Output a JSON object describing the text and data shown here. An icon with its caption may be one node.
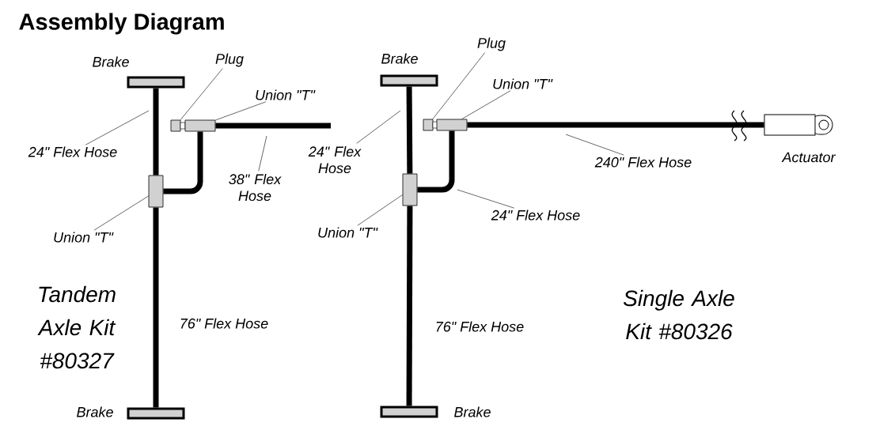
{
  "diagram": {
    "title": "Assembly Diagram",
    "nodes": [
      {
        "text": [
          "Brake"
        ]
      },
      {
        "text": [
          "Plug"
        ]
      },
      {
        "text": [],
        "shape": "box"
      },
      {
        "text": [
          "Union \"T\""
        ]
      },
      {
        "text": [],
        "shape": "box"
      },
      {
        "text": [
          "24\" Flex Hose"
        ]
      },
      {
        "text": [
          "38\" Flex Hose"
        ]
      },
      {
        "text": [],
        "shape": "box"
      },
      {
        "text": [
          "Union \"T\""
        ]
      },
      {
        "text": [
          "Brake"
        ]
      },
      {
        "text": [
          "Brake"
        ]
      },
      {
        "text": [
          "Plug"
        ]
      },
      {
        "text": [],
        "shape": "box"
      },
      {
        "text": [
          "Union \"T\""
        ]
      },
      {
        "text": [],
        "shape": "box"
      },
      {
        "text": [
          "24\" Flex Hose"
        ]
      },
      {
        "text": [
          "Actuator"
        ]
      },
      {
        "text": [
          "240\" Flex Hose"
        ]
      },
      {
        "text": [],
        "shape": "box"
      },
      {
        "text": [
          "24\" Flex Hose"
        ]
      },
      {
        "text": [
          "Union \"T\""
        ]
      },
      {
        "text": [
          "Brake"
        ]
      }
    ],
    "edges": [
      {
        "from": 0,
        "to": 7,
        "arrow": "none",
        "style": "thick"
      },
      {
        "from": 7,
        "to": 9,
        "arrow": "none",
        "style": "thick",
        "label": "76\" Flex Hose"
      },
      {
        "from": 7,
        "to": 4,
        "arrow": "none",
        "style": "thick"
      },
      {
        "from": 4,
        "to": null,
        "arrow": "none",
        "style": "thick"
      },
      {
        "from": 1,
        "to": 2,
        "arrow": "none"
      },
      {
        "from": 3,
        "to": 4,
        "arrow": "none"
      },
      {
        "from": 5,
        "to": null,
        "arrow": "none"
      },
      {
        "from": 6,
        "to": null,
        "arrow": "none"
      },
      {
        "from": 8,
        "to": 7,
        "arrow": "none"
      },
      {
        "from": 10,
        "to": 18,
        "arrow": "none",
        "style": "thick"
      },
      {
        "from": 18,
        "to": 21,
        "arrow": "none",
        "style": "thick",
        "label": "76\" Flex Hose"
      },
      {
        "from": 18,
        "to": 14,
        "arrow": "none",
        "style": "thick"
      },
      {
        "from": 14,
        "to": 16,
        "arrow": "none",
        "style": "thick"
      },
      {
        "from": 11,
        "to": 12,
        "arrow": "none"
      },
      {
        "from": 13,
        "to": 14,
        "arrow": "none"
      },
      {
        "from": 15,
        "to": null,
        "arrow": "none"
      },
      {
        "from": 17,
        "to": null,
        "arrow": "none"
      },
      {
        "from": 19,
        "to": null,
        "arrow": "none"
      },
      {
        "from": 20,
        "to": 18,
        "arrow": "none"
      }
    ],
    "labels": [
      "Tandem Axle Kit #80327",
      "Single Axle Kit #80326"
    ]
  }
}
